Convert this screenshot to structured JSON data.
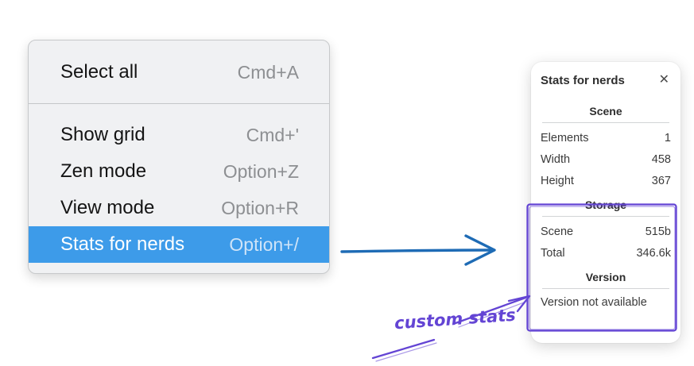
{
  "menu": {
    "groups": [
      {
        "items": [
          {
            "label": "Select all",
            "shortcut": "Cmd+A"
          }
        ]
      },
      {
        "items": [
          {
            "label": "Show grid",
            "shortcut": "Cmd+'"
          },
          {
            "label": "Zen mode",
            "shortcut": "Option+Z"
          },
          {
            "label": "View mode",
            "shortcut": "Option+R"
          },
          {
            "label": "Stats for nerds",
            "shortcut": "Option+/",
            "highlighted": true
          }
        ]
      }
    ]
  },
  "stats_panel": {
    "title": "Stats for nerds",
    "sections": [
      {
        "heading": "Scene",
        "rows": [
          {
            "label": "Elements",
            "value": "1"
          },
          {
            "label": "Width",
            "value": "458"
          },
          {
            "label": "Height",
            "value": "367"
          }
        ]
      },
      {
        "heading": "Storage",
        "rows": [
          {
            "label": "Scene",
            "value": "515b"
          },
          {
            "label": "Total",
            "value": "346.6k"
          }
        ]
      },
      {
        "heading": "Version",
        "note": "Version not available"
      }
    ]
  },
  "annotation": {
    "label": "custom stats"
  },
  "icons": {
    "close": "✕"
  },
  "colors": {
    "highlight_blue": "#3d9be9",
    "highlight_shortcut": "#cfe4f8",
    "shortcut_gray": "#8d8f92",
    "menu_bg": "#f0f1f3",
    "flow_arrow_blue": "#1e6bb5",
    "annotation_purple": "#6344d4"
  }
}
